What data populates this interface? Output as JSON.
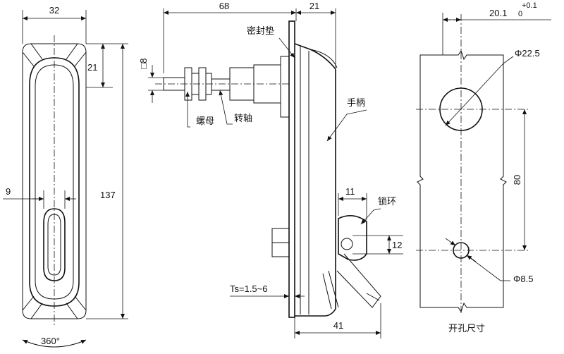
{
  "front_view": {
    "dim_width": "32",
    "dim_top": "21",
    "dim_height": "137",
    "dim_slot": "9",
    "rotation": "360°"
  },
  "side_view": {
    "dim_shaft_length": "68",
    "dim_depth": "21",
    "dim_square": "□8",
    "dim_lock_width": "11",
    "dim_lock_gap": "12",
    "dim_total_depth": "41",
    "thickness": "Ts=1.5~6",
    "label_gasket": "密封垫",
    "label_nut": "螺母",
    "label_shaft": "转轴",
    "label_handle": "手柄",
    "label_lock_ring": "锁环"
  },
  "cutout_view": {
    "dim_offset": "20.1",
    "tol_upper": "+0.1",
    "tol_lower": "0",
    "dim_big_hole": "Φ22.5",
    "dim_spacing": "80",
    "dim_small_hole": "Φ8.5",
    "title": "开孔尺寸"
  }
}
